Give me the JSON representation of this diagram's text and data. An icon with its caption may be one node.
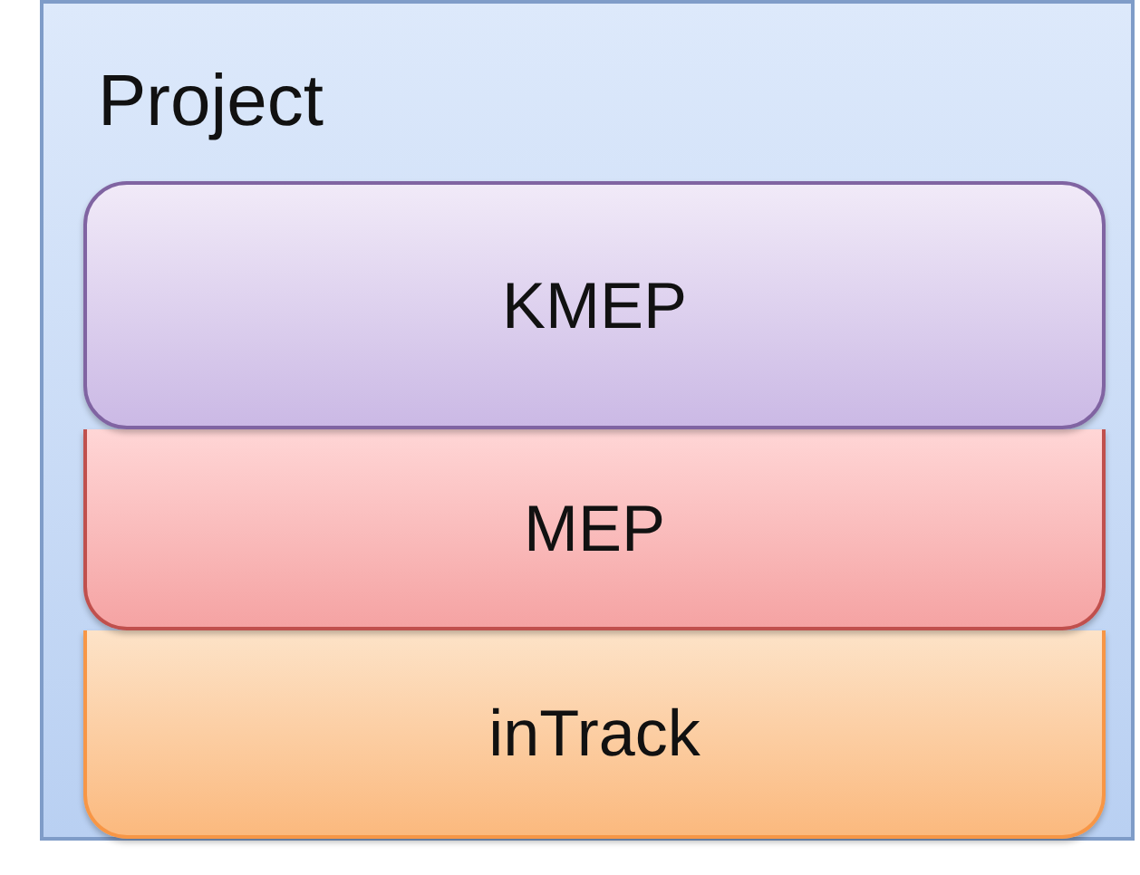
{
  "diagram": {
    "nodes": [
      {
        "text": [
          "Project"
        ]
      },
      {
        "text": [
          "KMEP"
        ],
        "in": 0
      },
      {
        "text": [
          "MEP"
        ],
        "in": 0
      },
      {
        "text": [
          "inTrack"
        ],
        "in": 0
      }
    ]
  }
}
